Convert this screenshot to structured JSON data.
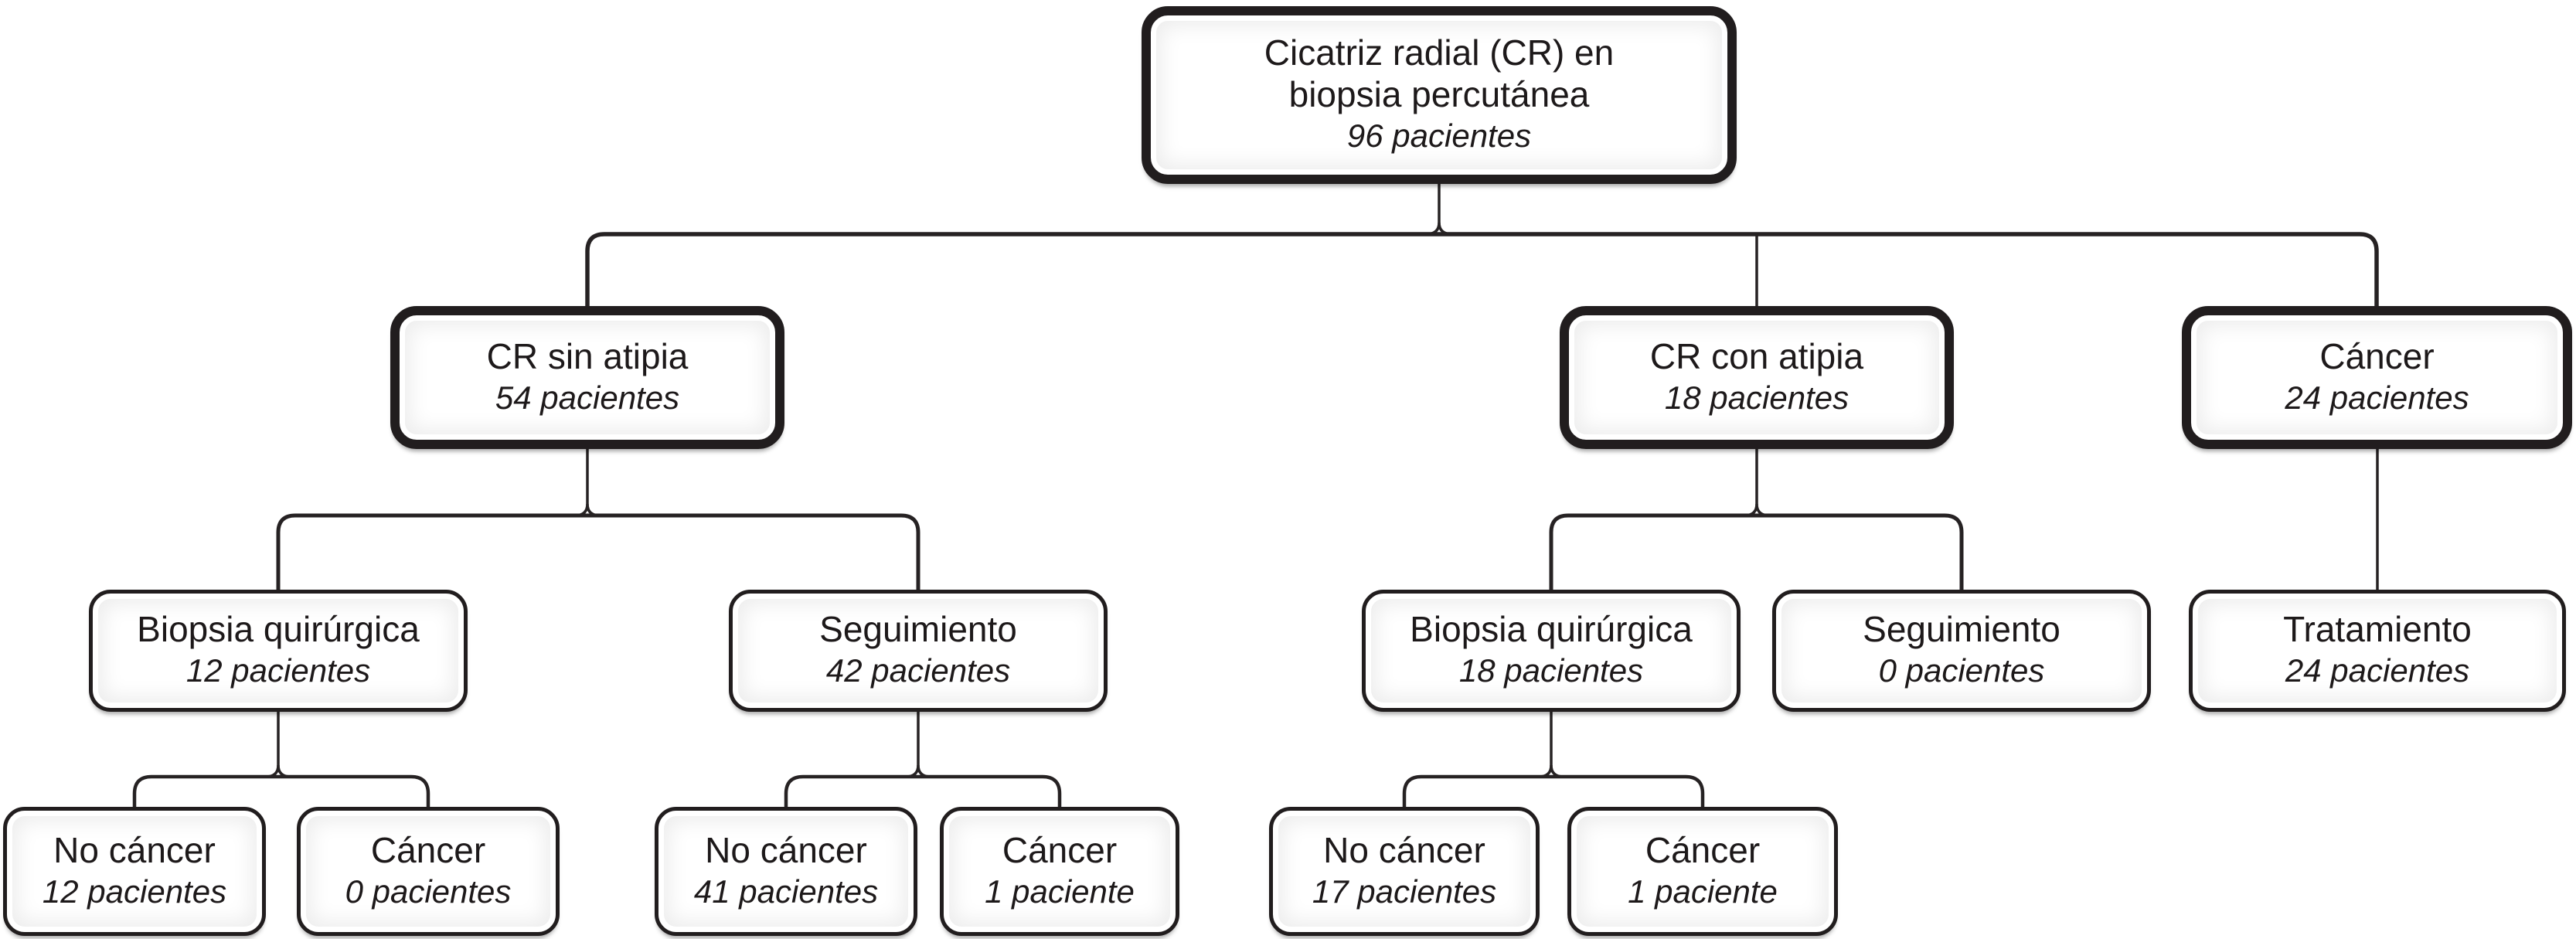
{
  "colors": {
    "ink": "#231f20",
    "box_border": "#211d1e",
    "box_fill": "#ffffff",
    "inner_glow": "#ededed",
    "background": "#ffffff"
  },
  "nodes": {
    "root": {
      "line1": "Cicatriz radial (CR) en",
      "line2": "biopsia percutánea",
      "count": "96 pacientes"
    },
    "sin_atipia": {
      "title": "CR sin atipia",
      "count": "54 pacientes"
    },
    "con_atipia": {
      "title": "CR con atipia",
      "count": "18 pacientes"
    },
    "cancer": {
      "title": "Cáncer",
      "count": "24 pacientes"
    },
    "biopsia_izq": {
      "title": "Biopsia quirúrgica",
      "count": "12 pacientes"
    },
    "seguimiento_izq": {
      "title": "Seguimiento",
      "count": "42 pacientes"
    },
    "biopsia_der": {
      "title": "Biopsia quirúrgica",
      "count": "18 pacientes"
    },
    "seguimiento_der": {
      "title": "Seguimiento",
      "count": "0 pacientes"
    },
    "tratamiento": {
      "title": "Tratamiento",
      "count": "24 pacientes"
    },
    "no_cancer_biopsia_izq": {
      "title": "No cáncer",
      "count": "12 pacientes"
    },
    "cancer_biopsia_izq": {
      "title": "Cáncer",
      "count": "0 pacientes"
    },
    "no_cancer_seguimiento": {
      "title": "No cáncer",
      "count": "41 pacientes"
    },
    "cancer_seguimiento": {
      "title": "Cáncer",
      "count": "1 paciente"
    },
    "no_cancer_biopsia_der": {
      "title": "No cáncer",
      "count": "17 pacientes"
    },
    "cancer_biopsia_der": {
      "title": "Cáncer",
      "count": "1 paciente"
    }
  },
  "edges": [
    [
      "root",
      "sin_atipia"
    ],
    [
      "root",
      "con_atipia"
    ],
    [
      "root",
      "cancer"
    ],
    [
      "sin_atipia",
      "biopsia_izq"
    ],
    [
      "sin_atipia",
      "seguimiento_izq"
    ],
    [
      "con_atipia",
      "biopsia_der"
    ],
    [
      "con_atipia",
      "seguimiento_der"
    ],
    [
      "cancer",
      "tratamiento"
    ],
    [
      "biopsia_izq",
      "no_cancer_biopsia_izq"
    ],
    [
      "biopsia_izq",
      "cancer_biopsia_izq"
    ],
    [
      "seguimiento_izq",
      "no_cancer_seguimiento"
    ],
    [
      "seguimiento_izq",
      "cancer_seguimiento"
    ],
    [
      "biopsia_der",
      "no_cancer_biopsia_der"
    ],
    [
      "biopsia_der",
      "cancer_biopsia_der"
    ]
  ]
}
